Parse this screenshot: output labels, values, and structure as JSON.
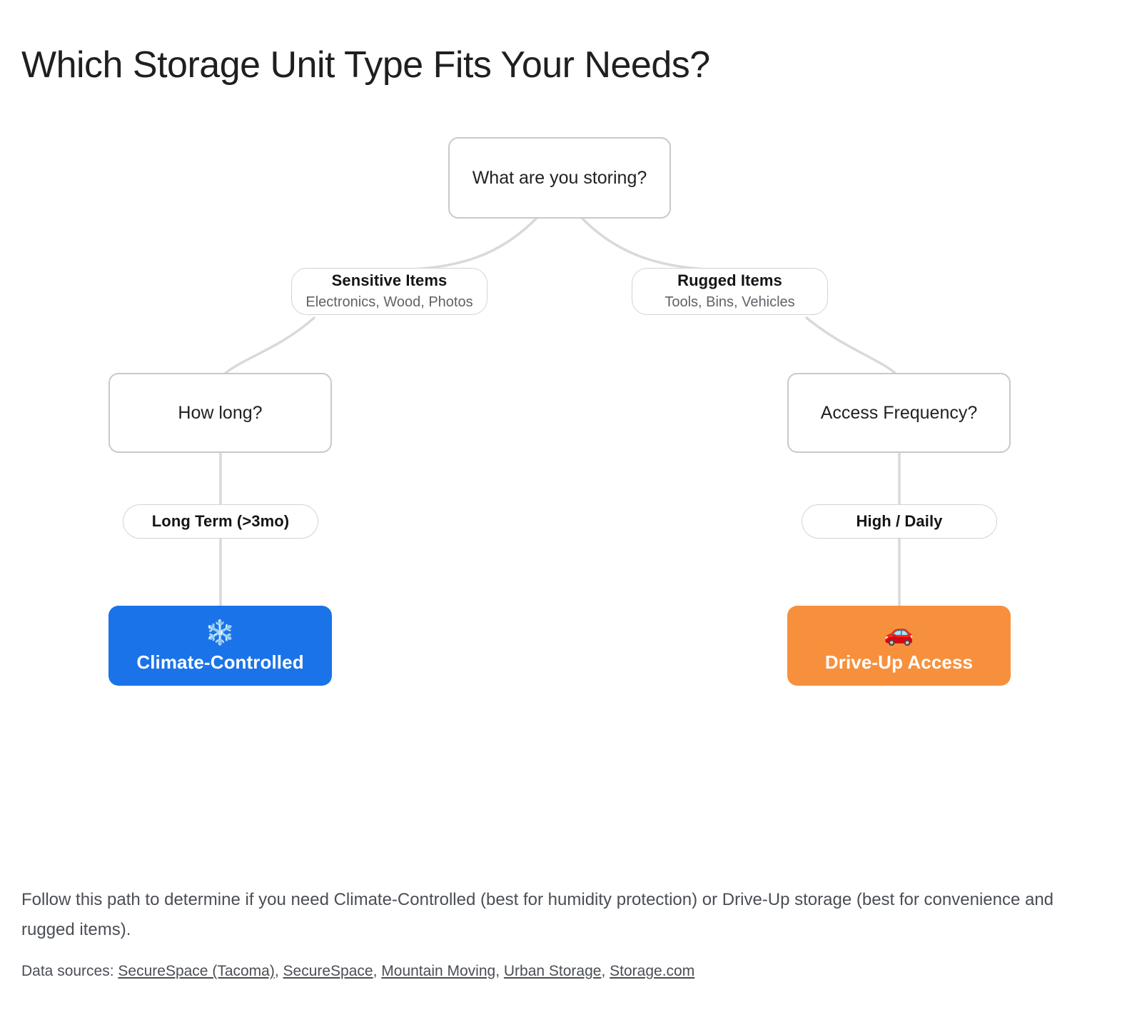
{
  "title": "Which Storage Unit Type Fits Your Needs?",
  "colors": {
    "result_climate_bg": "#1a73e8",
    "result_driveup_bg": "#f7903d",
    "node_border": "#c8c9ca",
    "edge_stroke": "#d8d9da",
    "text_primary": "#202124",
    "text_muted": "#5f6368"
  },
  "diagram": {
    "type": "decision-tree",
    "root": {
      "label": "What are you storing?"
    },
    "branches": [
      {
        "title": "Sensitive Items",
        "subtitle": "Electronics, Wood, Photos"
      },
      {
        "title": "Rugged Items",
        "subtitle": "Tools, Bins, Vehicles"
      }
    ],
    "questions": [
      {
        "label": "How long?"
      },
      {
        "label": "Access Frequency?"
      }
    ],
    "edge_labels": [
      {
        "label": "Long Term (>3mo)"
      },
      {
        "label": "High / Daily"
      }
    ],
    "results": [
      {
        "icon": "snowflake-icon",
        "glyph": "❄️",
        "label": "Climate-Controlled"
      },
      {
        "icon": "car-icon",
        "glyph": "🚗",
        "label": "Drive-Up Access"
      }
    ]
  },
  "footer": {
    "caption": "Follow this path to determine if you need Climate-Controlled (best for humidity protection) or Drive-Up storage (best for convenience and rugged items).",
    "sources_prefix": "Data sources: ",
    "sources": [
      "SecureSpace (Tacoma)",
      "SecureSpace",
      "Mountain Moving",
      "Urban Storage",
      "Storage.com"
    ]
  }
}
